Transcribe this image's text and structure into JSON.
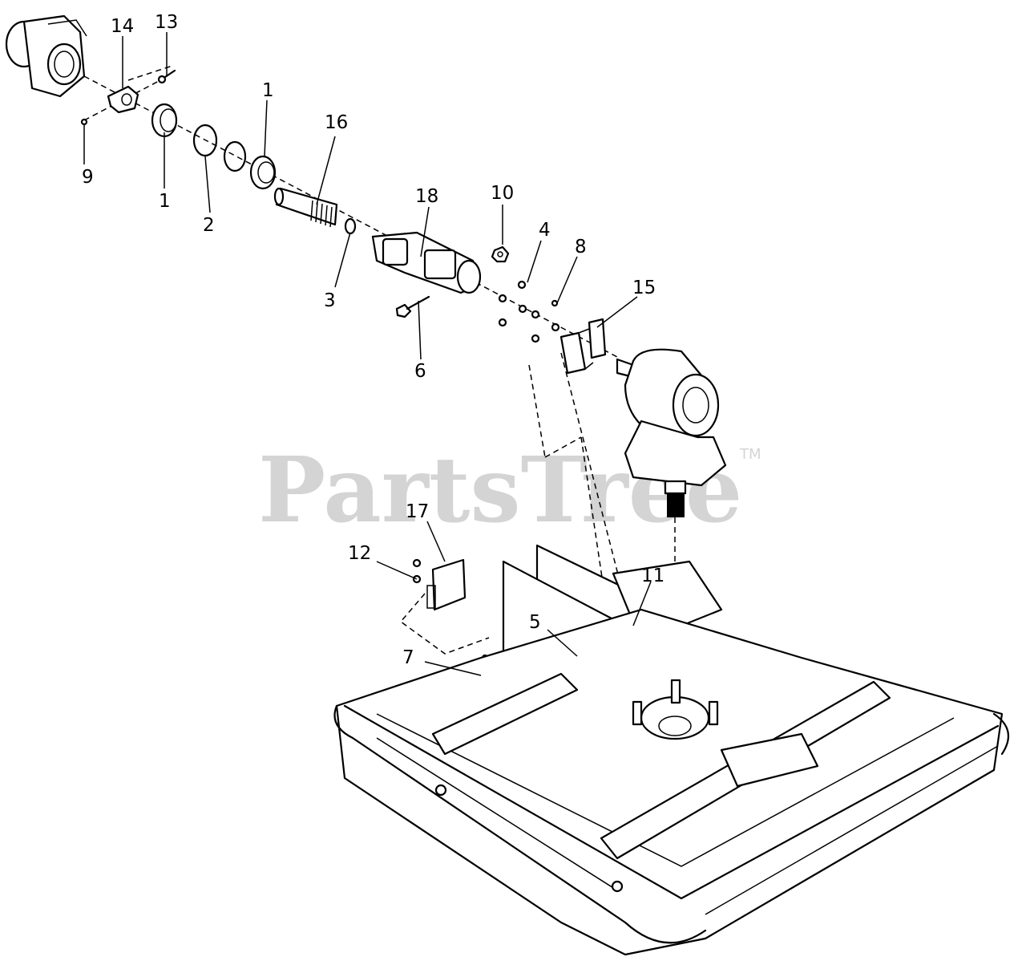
{
  "watermark": {
    "brand": "PartsTree",
    "trademark": "TM"
  },
  "callouts": [
    {
      "id": "c14",
      "label": "14"
    },
    {
      "id": "c13",
      "label": "13"
    },
    {
      "id": "c1a",
      "label": "1"
    },
    {
      "id": "c16",
      "label": "16"
    },
    {
      "id": "c9",
      "label": "9"
    },
    {
      "id": "c1b",
      "label": "1"
    },
    {
      "id": "c2",
      "label": "2"
    },
    {
      "id": "c18",
      "label": "18"
    },
    {
      "id": "c10",
      "label": "10"
    },
    {
      "id": "c4",
      "label": "4"
    },
    {
      "id": "c8",
      "label": "8"
    },
    {
      "id": "c15",
      "label": "15"
    },
    {
      "id": "c3",
      "label": "3"
    },
    {
      "id": "c6",
      "label": "6"
    },
    {
      "id": "c17",
      "label": "17"
    },
    {
      "id": "c12",
      "label": "12"
    },
    {
      "id": "c11",
      "label": "11"
    },
    {
      "id": "c5",
      "label": "5"
    },
    {
      "id": "c7",
      "label": "7"
    }
  ]
}
